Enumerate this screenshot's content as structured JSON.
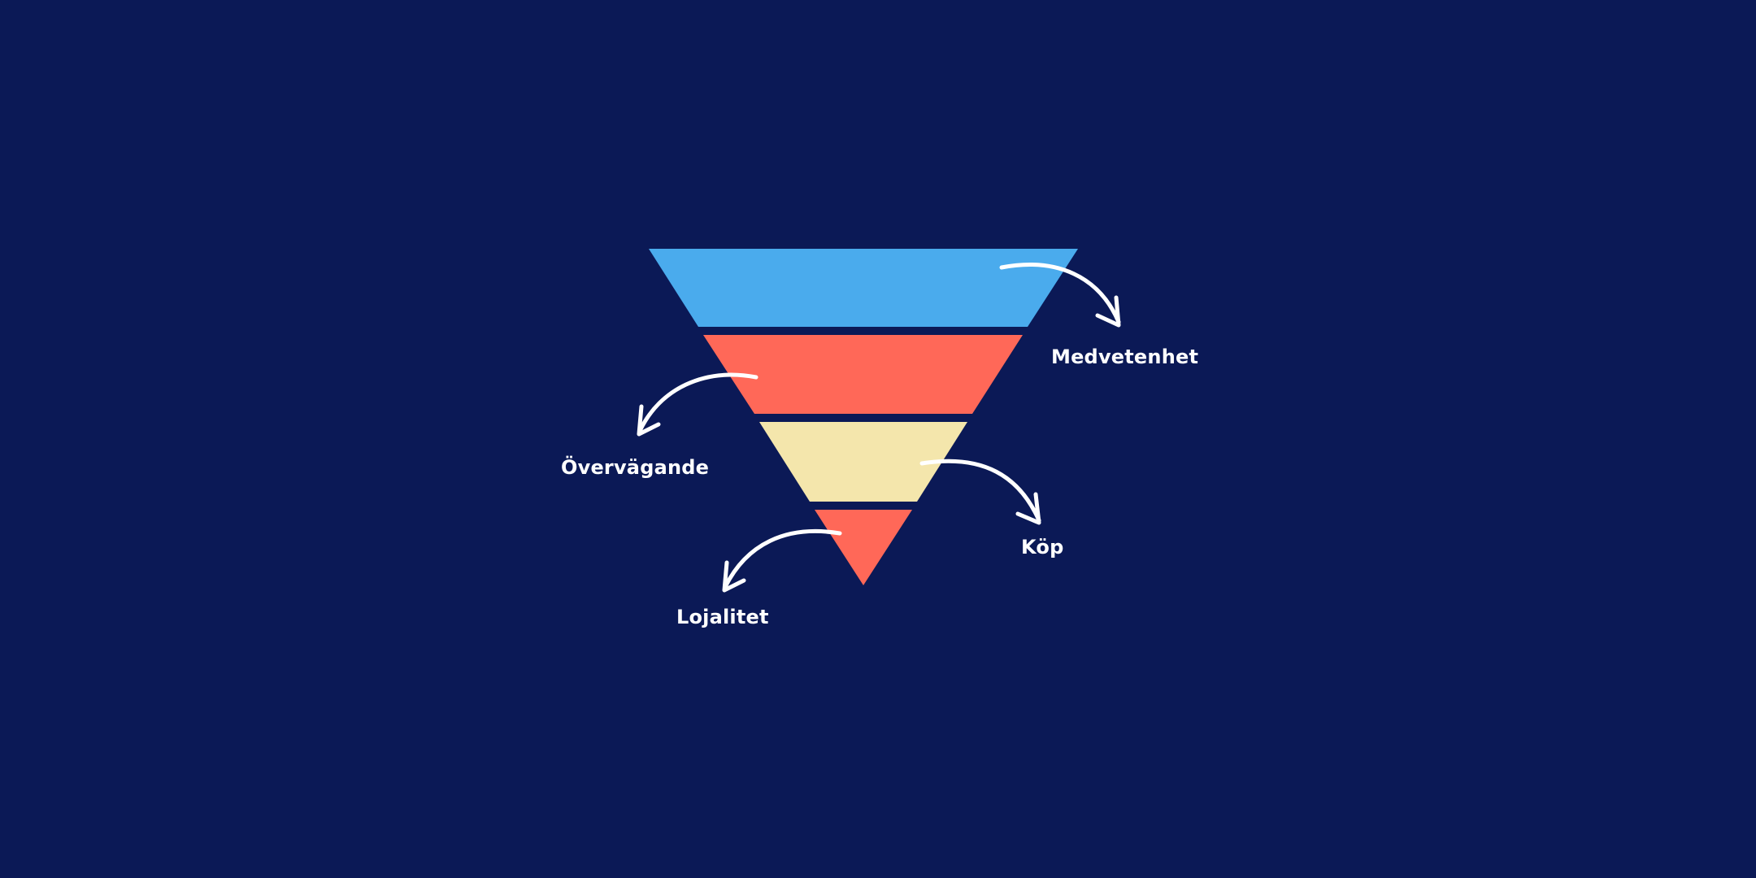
{
  "background": "#0b1956",
  "arrow_color": "#ffffff",
  "label_color": "#ffffff",
  "funnel": {
    "stages": [
      {
        "label": "Medvetenhet",
        "color": "#4aabed"
      },
      {
        "label": "Övervägande",
        "color": "#ff6858"
      },
      {
        "label": "Köp",
        "color": "#f4e6ac"
      },
      {
        "label": "Lojalitet",
        "color": "#ff6858"
      }
    ]
  }
}
